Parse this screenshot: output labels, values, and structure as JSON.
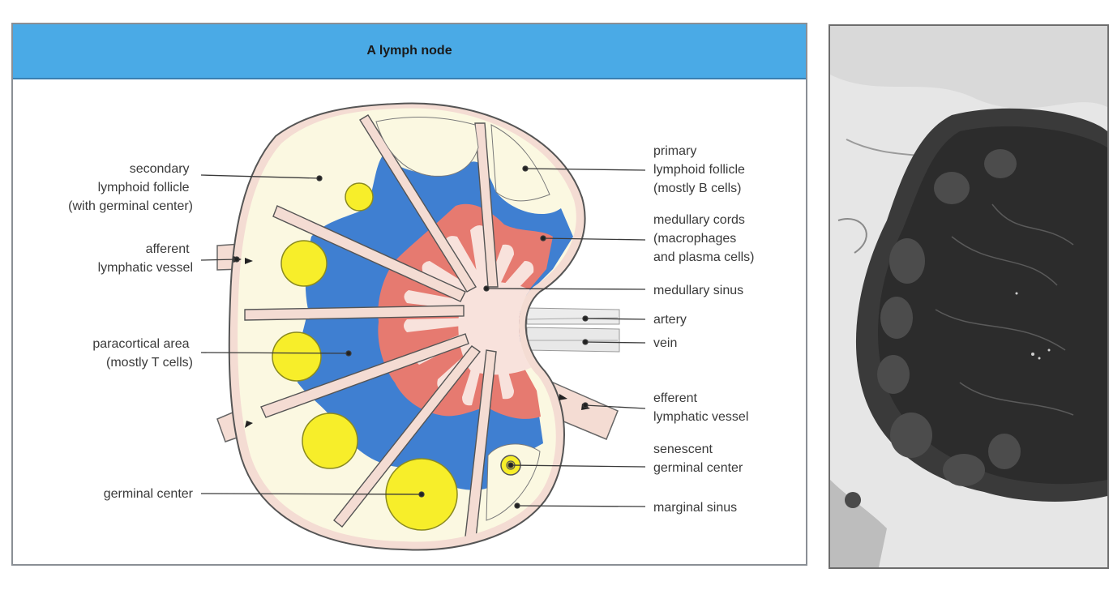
{
  "title": "A lymph node",
  "labels": {
    "secondary_follicle": [
      "secondary",
      "lymphoid follicle",
      "(with germinal center)"
    ],
    "afferent_vessel": [
      "afferent",
      "lymphatic vessel"
    ],
    "paracortical_area": [
      "paracortical area",
      "(mostly T cells)"
    ],
    "germinal_center": [
      "germinal center"
    ],
    "primary_follicle": [
      "primary",
      "lymphoid follicle",
      "(mostly B cells)"
    ],
    "medullary_cords": [
      "medullary cords",
      "(macrophages",
      "and plasma cells)"
    ],
    "medullary_sinus": [
      "medullary sinus"
    ],
    "artery": [
      "artery"
    ],
    "vein": [
      "vein"
    ],
    "efferent_vessel": [
      "efferent",
      "lymphatic vessel"
    ],
    "senescent_germinal_center": [
      "senescent",
      "germinal center"
    ],
    "marginal_sinus": [
      "marginal sinus"
    ]
  },
  "colors": {
    "title_bar": "#4aaae6",
    "capsule": "#f4dcd3",
    "cortex": "#fbf8e1",
    "paracortex": "#3f7fd1",
    "medullary_cords": "#e67a70",
    "medullary_sinus": "#f8e2dc",
    "germinal_center": "#f7ee2a"
  }
}
